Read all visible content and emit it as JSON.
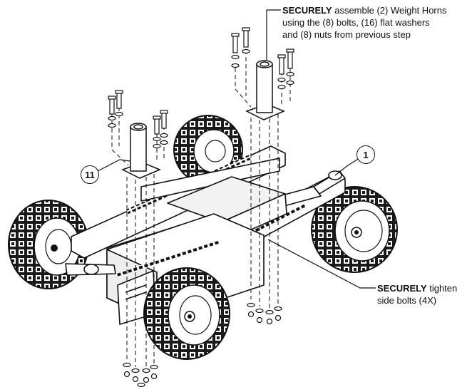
{
  "callouts": {
    "top": {
      "bold": "SECURELY",
      "line1_rest": " assemble (2) Weight Horns",
      "line2": "using the (8) bolts, (16) flat washers",
      "line3": "and (8) nuts from previous step"
    },
    "bottom": {
      "bold": "SECURELY",
      "line1_rest": " tighten",
      "line2": "side bolts (4X)"
    }
  },
  "part_numbers": {
    "horn": "11",
    "frame": "1"
  },
  "colors": {
    "line": "#111111",
    "tire": "#1a1a1a",
    "frame_fill": "#ffffff",
    "shade": "#d9d9d9"
  }
}
